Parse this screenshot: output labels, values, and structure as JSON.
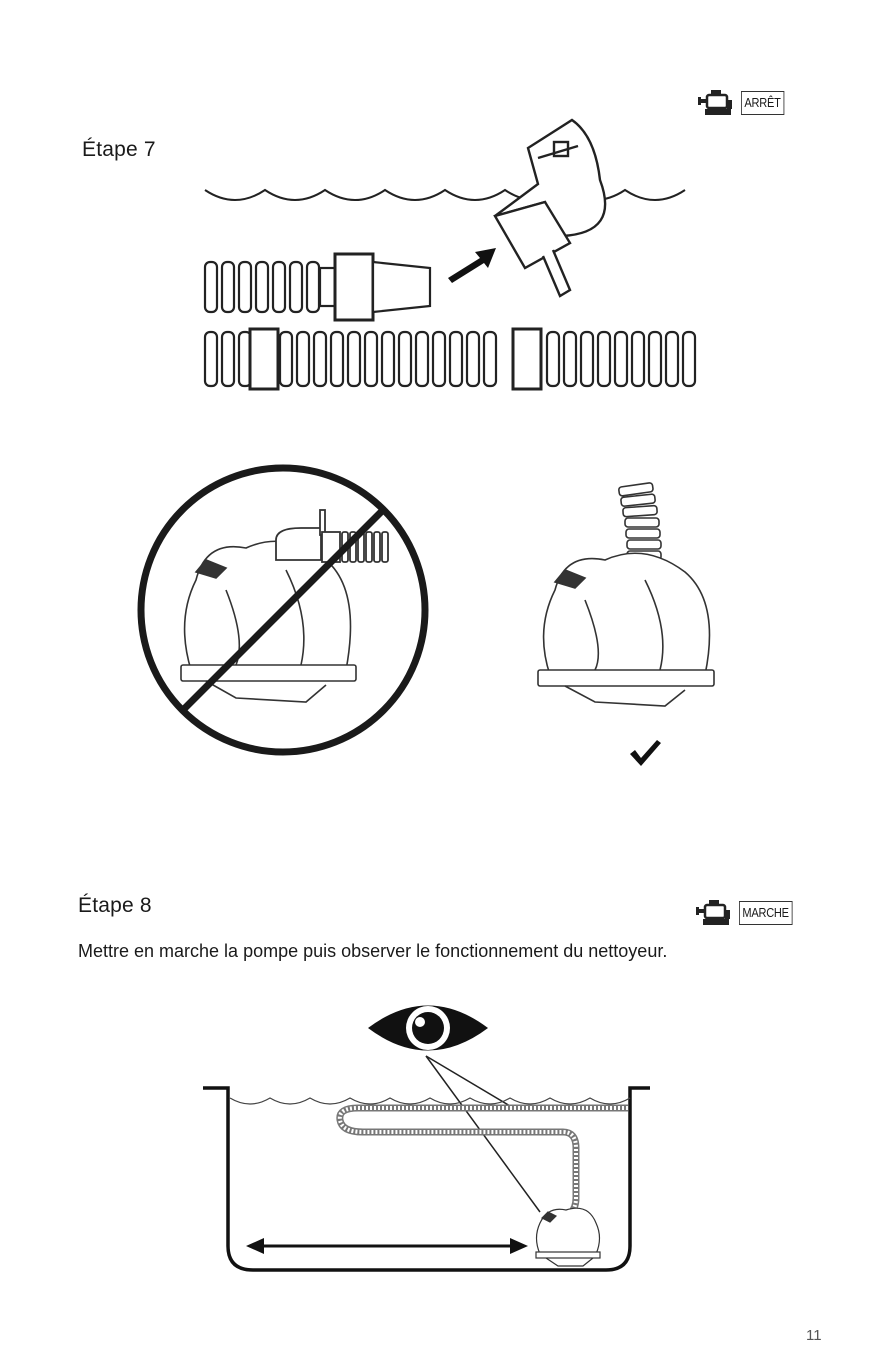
{
  "step7": {
    "title": "Étape 7",
    "pump_state": "ARRÊT",
    "pump_icon": "pump-icon"
  },
  "step8": {
    "title": "Étape 8",
    "pump_state": "MARCHE",
    "pump_icon": "pump-icon",
    "instruction": "Mettre en marche la pompe puis observer le fonctionnement du nettoyeur."
  },
  "icons": {
    "correct": "check-icon",
    "incorrect": "prohibited-icon",
    "observe": "eye-icon"
  },
  "page_number": "11"
}
